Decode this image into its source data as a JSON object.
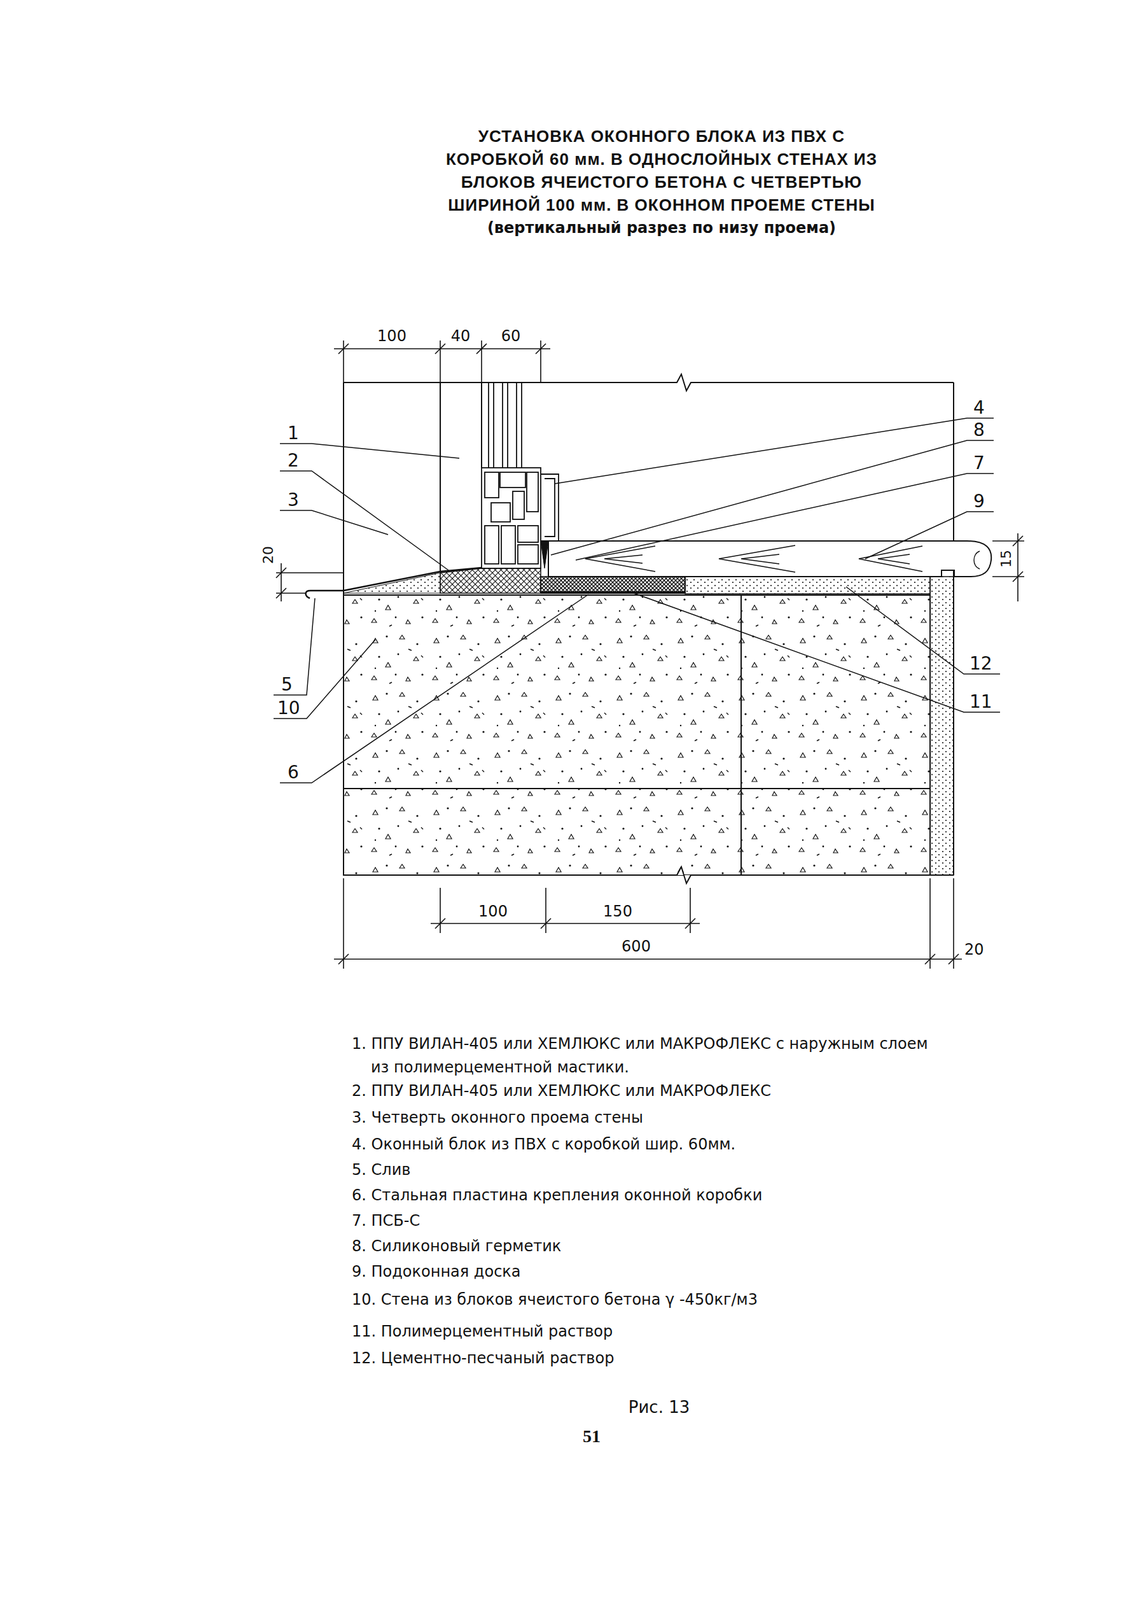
{
  "diagram": {
    "title": "УСТАНОВКА ОКОННОГО БЛОКА ИЗ ПВХ С КОРОБКОЙ 60 мм. В ОДНОСЛОЙНЫХ СТЕНАХ ИЗ БЛОКОВ ЯЧЕИСТОГО БЕТОНА С ЧЕТВЕРТЬЮ ШИРИНОЙ 100 мм. В ОКОННОМ ПРОЕМЕ СТЕНЫ",
    "caption": "Рис. 13",
    "labels": [
      "(вертикальный разрез по низу проема)",
      "100",
      "40",
      "60",
      "1",
      "2",
      "3",
      "20",
      "5",
      "10",
      "6",
      "4",
      "8",
      "7",
      "9",
      "15",
      "12",
      "11",
      "100",
      "150",
      "600",
      "20",
      "1. ППУ ВИЛАН-405 или ХЕМЛЮКС или МАКРОФЛЕКС с наружным слоем из полимерцементной мастики.",
      "2. ППУ ВИЛАН-405 или ХЕМЛЮКС или МАКРОФЛЕКС",
      "3. Четверть оконного проема стены",
      "4. Оконный блок из ПВХ с коробкой шир. 60мм.",
      "5. Слив",
      "6. Стальная пластина крепления оконной коробки",
      "7. ПСБ-С",
      "8. Силиконовый герметик",
      "9. Подоконная доска",
      "10. Стена из блоков ячеистого бетона γ -450кг/м3",
      "11. Полимерцементный раствор",
      "12. Цементно-песчаный раствор",
      "51"
    ]
  }
}
